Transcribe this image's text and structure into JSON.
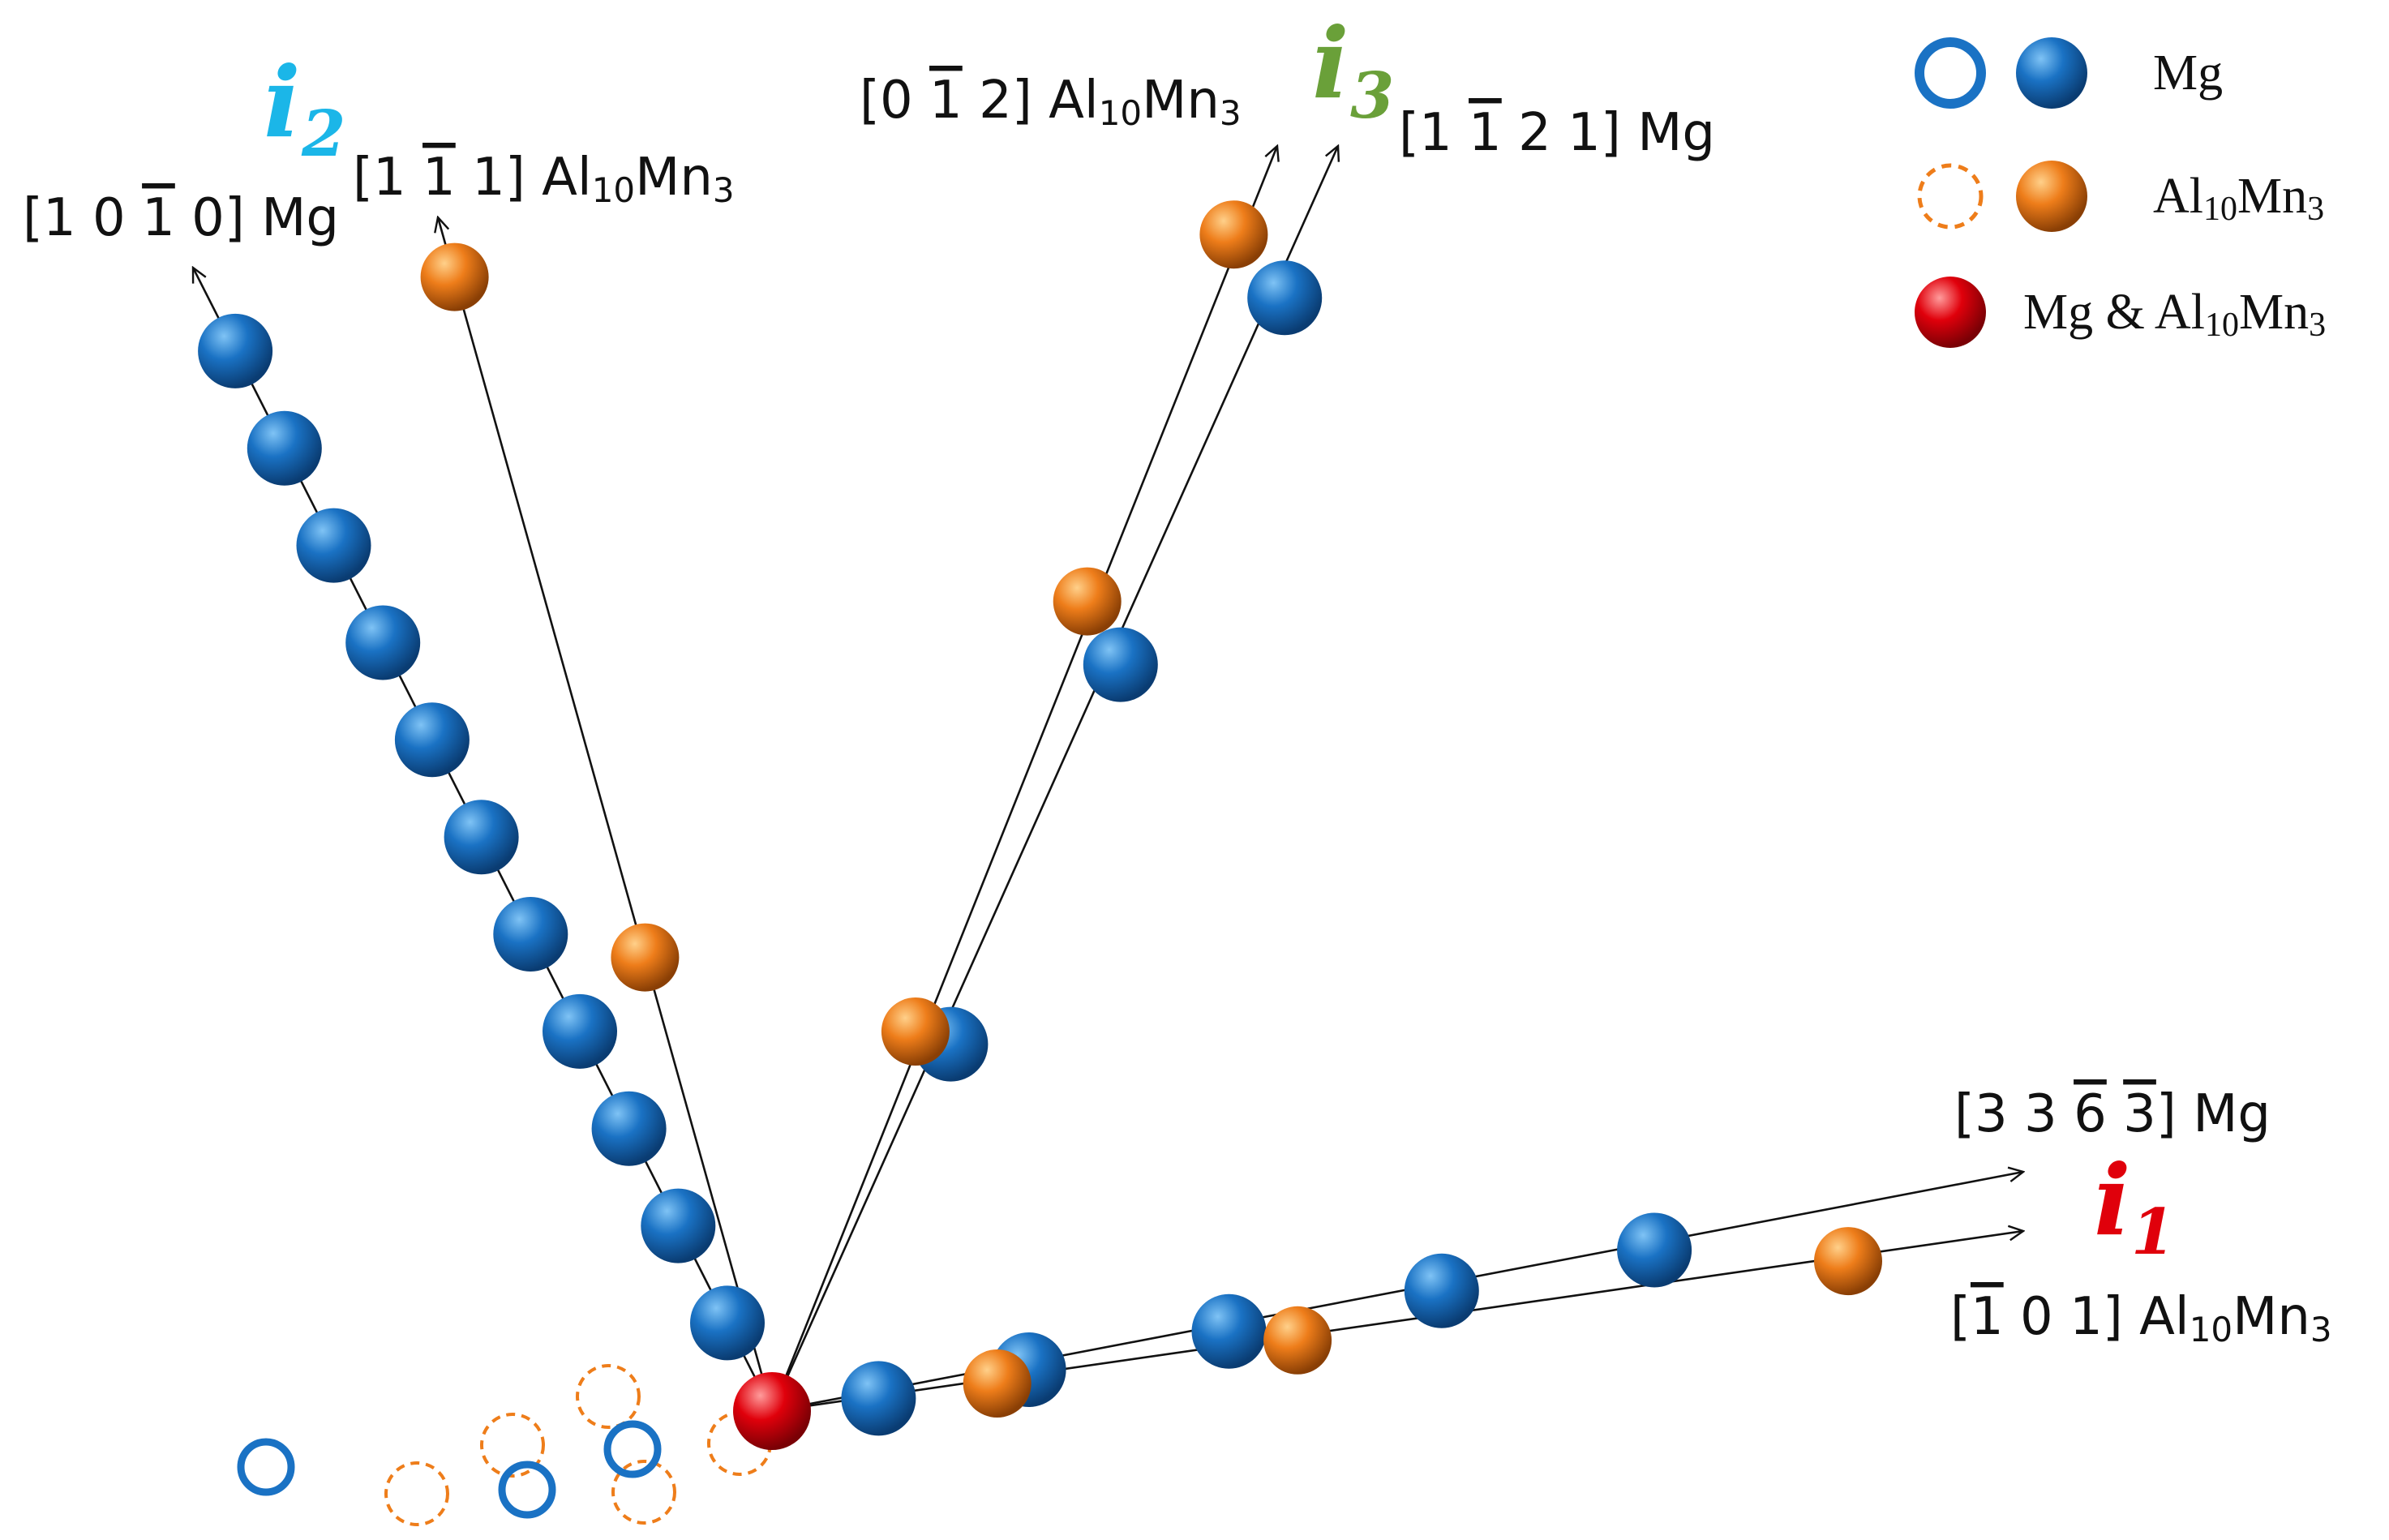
{
  "colors": {
    "mg": "#1a72c4",
    "al10mn3": "#ee7d1a",
    "both": "#e0000b",
    "i1": "#e0000b",
    "i2": "#1bb6e8",
    "i3": "#6aa039",
    "line": "#111111"
  },
  "axes": {
    "i1": {
      "letter": "i",
      "sub": "1"
    },
    "i2": {
      "letter": "i",
      "sub": "2"
    },
    "i3": {
      "letter": "i",
      "sub": "3"
    }
  },
  "direction_labels": {
    "mg_1010": {
      "text": "[1 0 1 0] Mg",
      "overbar_index": 2
    },
    "al_111": {
      "text": "[1 1 1] Al10Mn3",
      "overbar_index": 1
    },
    "al_012": {
      "text": "[0 1 2] Al10Mn3",
      "overbar_index": 1
    },
    "mg_1121": {
      "text": "[1 1 2 1] Mg",
      "overbar_index": 1
    },
    "mg_3363": {
      "text": "[3 3 6 3] Mg",
      "overbar_indices": [
        2,
        3
      ]
    },
    "al_101": {
      "text": "[1 0 1] Al10Mn3",
      "overbar_index": 0
    }
  },
  "legend": {
    "mg": "Mg",
    "al10mn3": "Al10Mn3",
    "both": "Mg & Al10Mn3"
  }
}
